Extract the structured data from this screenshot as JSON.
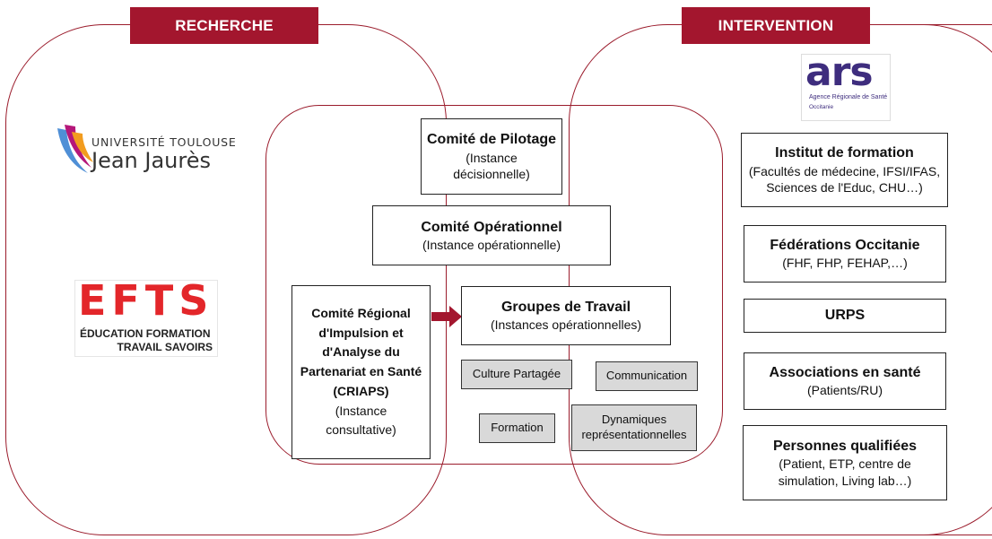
{
  "headers": {
    "left": "RECHERCHE",
    "right": "INTERVENTION"
  },
  "logos": {
    "ut2j": {
      "line1": "UNIVERSITÉ TOULOUSE",
      "line2": "Jean Jaurès"
    },
    "efts": {
      "mark": "EFTS",
      "line1": "ÉDUCATION FORMATION",
      "line2": "TRAVAIL SAVOIRS"
    },
    "ars": {
      "mark": "ars",
      "line1": "Agence Régionale de Santé",
      "line2": "Occitanie"
    }
  },
  "center": {
    "pilotage": {
      "title": "Comité de Pilotage",
      "sub1": "(Instance",
      "sub2": "décisionnelle)"
    },
    "operationnel": {
      "title": "Comité Opérationnel",
      "sub": "(Instance opérationnelle)"
    },
    "criaps": {
      "l1": "Comité Régional",
      "l2": "d'Impulsion et",
      "l3": "d'Analyse du",
      "l4": "Partenariat en Santé",
      "l5": "(CRIAPS)",
      "sub1": "(Instance",
      "sub2": "consultative)"
    },
    "groupes": {
      "title": "Groupes de Travail",
      "sub": "(Instances opérationnelles)"
    },
    "culture": "Culture Partagée",
    "communication": "Communication",
    "formation": "Formation",
    "dynamiques": {
      "l1": "Dynamiques",
      "l2": "représentationnelles"
    }
  },
  "right": {
    "institut": {
      "title": "Institut de formation",
      "l1": "(Facultés de médecine, IFSI/IFAS,",
      "l2": "Sciences de l'Educ, CHU…)"
    },
    "federations": {
      "title": "Fédérations Occitanie",
      "sub": "(FHF, FHP, FEHAP,…)"
    },
    "urps": {
      "title": "URPS"
    },
    "associations": {
      "title": "Associations en santé",
      "sub": "(Patients/RU)"
    },
    "personnes": {
      "title": "Personnes qualifiées",
      "l1": "(Patient, ETP, centre de",
      "l2": "simulation, Living lab…)"
    }
  },
  "colors": {
    "accent": "#a3162e",
    "efts_red": "#e3262a",
    "efts_green": "#8dc63f",
    "ars_purple": "#3e2d7e",
    "ars_green": "#7ac043"
  }
}
